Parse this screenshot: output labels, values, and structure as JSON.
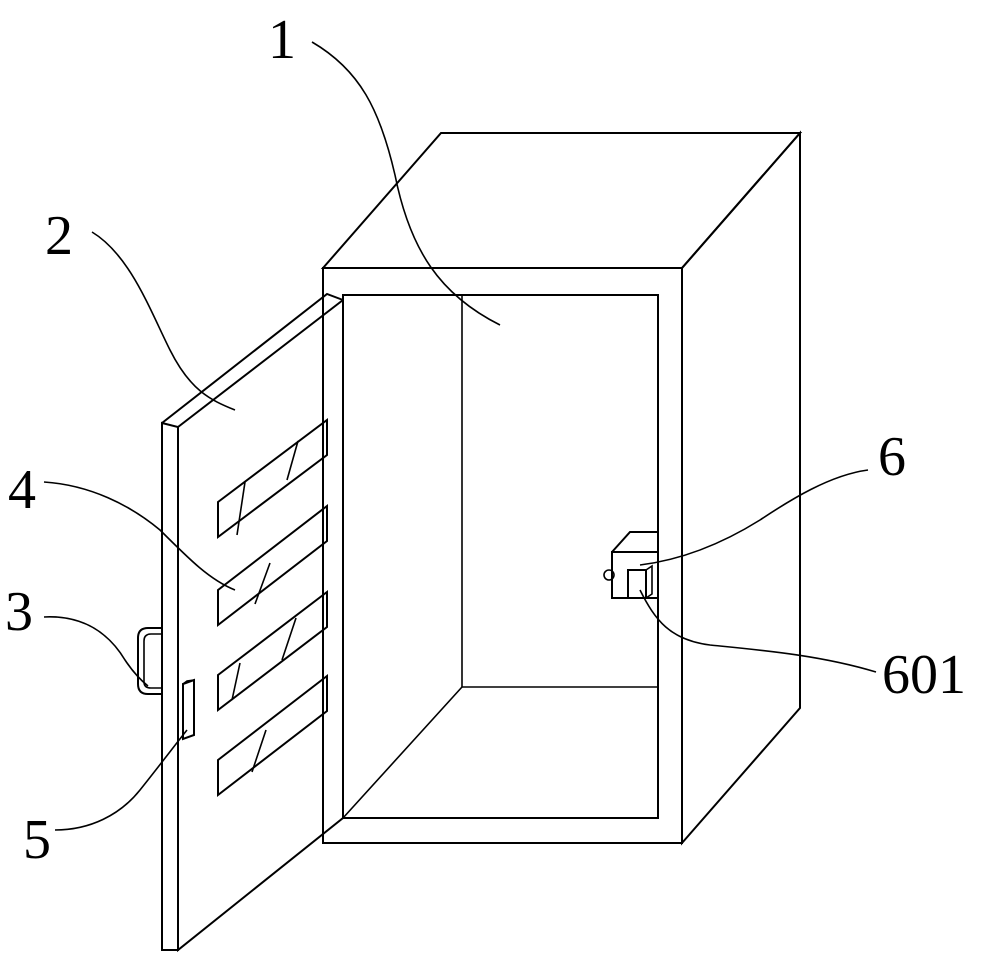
{
  "labels": {
    "cabinet_body": "1",
    "door": "2",
    "handle": "3",
    "vent": "4",
    "door_latch": "5",
    "lock_block": "6",
    "lock_slot": "601"
  },
  "colors": {
    "line": "#000000",
    "background": "#ffffff"
  }
}
